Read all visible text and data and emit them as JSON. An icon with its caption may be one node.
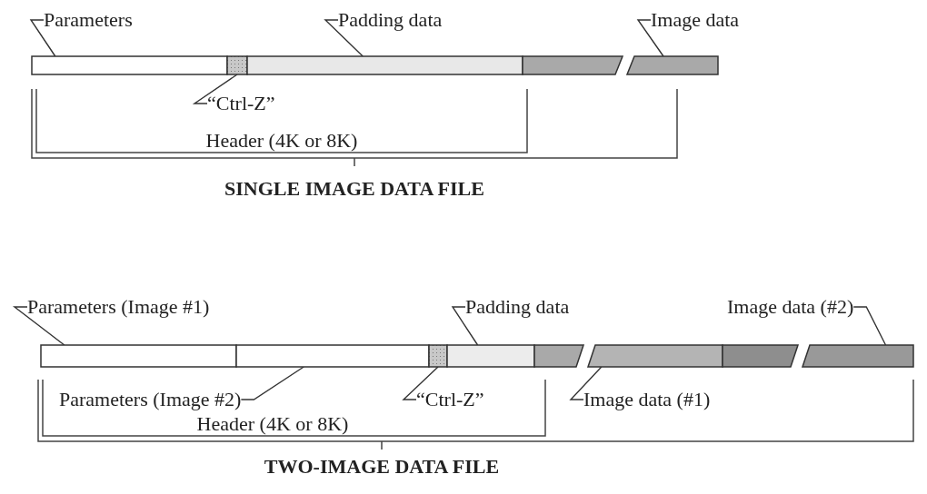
{
  "diagram": {
    "nodes": [
      {
        "text": [
          "Parameters"
        ]
      },
      {
        "text": [
          "Padding data"
        ]
      },
      {
        "text": [
          "Image data"
        ]
      },
      {
        "text": [],
        "shape": "bar"
      },
      {
        "text": [],
        "shape": "bar"
      },
      {
        "text": [],
        "shape": "bar"
      },
      {
        "text": [],
        "shape": "bar"
      },
      {
        "text": [],
        "shape": "bar"
      },
      {
        "text": [
          "“Ctrl-Z”"
        ]
      },
      {
        "text": [
          "Parameters (Image #1)"
        ]
      },
      {
        "text": [
          "Padding data"
        ]
      },
      {
        "text": [
          "Image data (#2)"
        ]
      },
      {
        "text": [],
        "shape": "bar"
      },
      {
        "text": [],
        "shape": "bar"
      },
      {
        "text": [],
        "shape": "bar"
      },
      {
        "text": [],
        "shape": "bar"
      },
      {
        "text": [],
        "shape": "bar"
      },
      {
        "text": [],
        "shape": "bar"
      },
      {
        "text": [],
        "shape": "bar"
      },
      {
        "text": [],
        "shape": "bar"
      },
      {
        "text": [
          "Parameters (Image #2)"
        ]
      },
      {
        "text": [
          "“Ctrl-Z”"
        ]
      },
      {
        "text": [
          "Image data (#1)"
        ]
      }
    ],
    "edges": [
      {
        "from": 0,
        "to": 3,
        "arrow": "none"
      },
      {
        "from": 1,
        "to": 5,
        "arrow": "none"
      },
      {
        "from": 2,
        "to": 7,
        "arrow": "none"
      },
      {
        "from": 8,
        "to": 4,
        "arrow": "none"
      },
      {
        "from": 9,
        "to": 12,
        "arrow": "none"
      },
      {
        "from": 10,
        "to": 15,
        "arrow": "none"
      },
      {
        "from": 11,
        "to": 19,
        "arrow": "none"
      },
      {
        "from": 20,
        "to": 13,
        "arrow": "none"
      },
      {
        "from": 21,
        "to": 14,
        "arrow": "none"
      },
      {
        "from": 22,
        "to": 17,
        "arrow": "none"
      }
    ],
    "labels": [
      "Header (4K or 8K)",
      "SINGLE IMAGE DATA FILE",
      "Header (4K or 8K)",
      "TWO-IMAGE DATA FILE"
    ]
  }
}
